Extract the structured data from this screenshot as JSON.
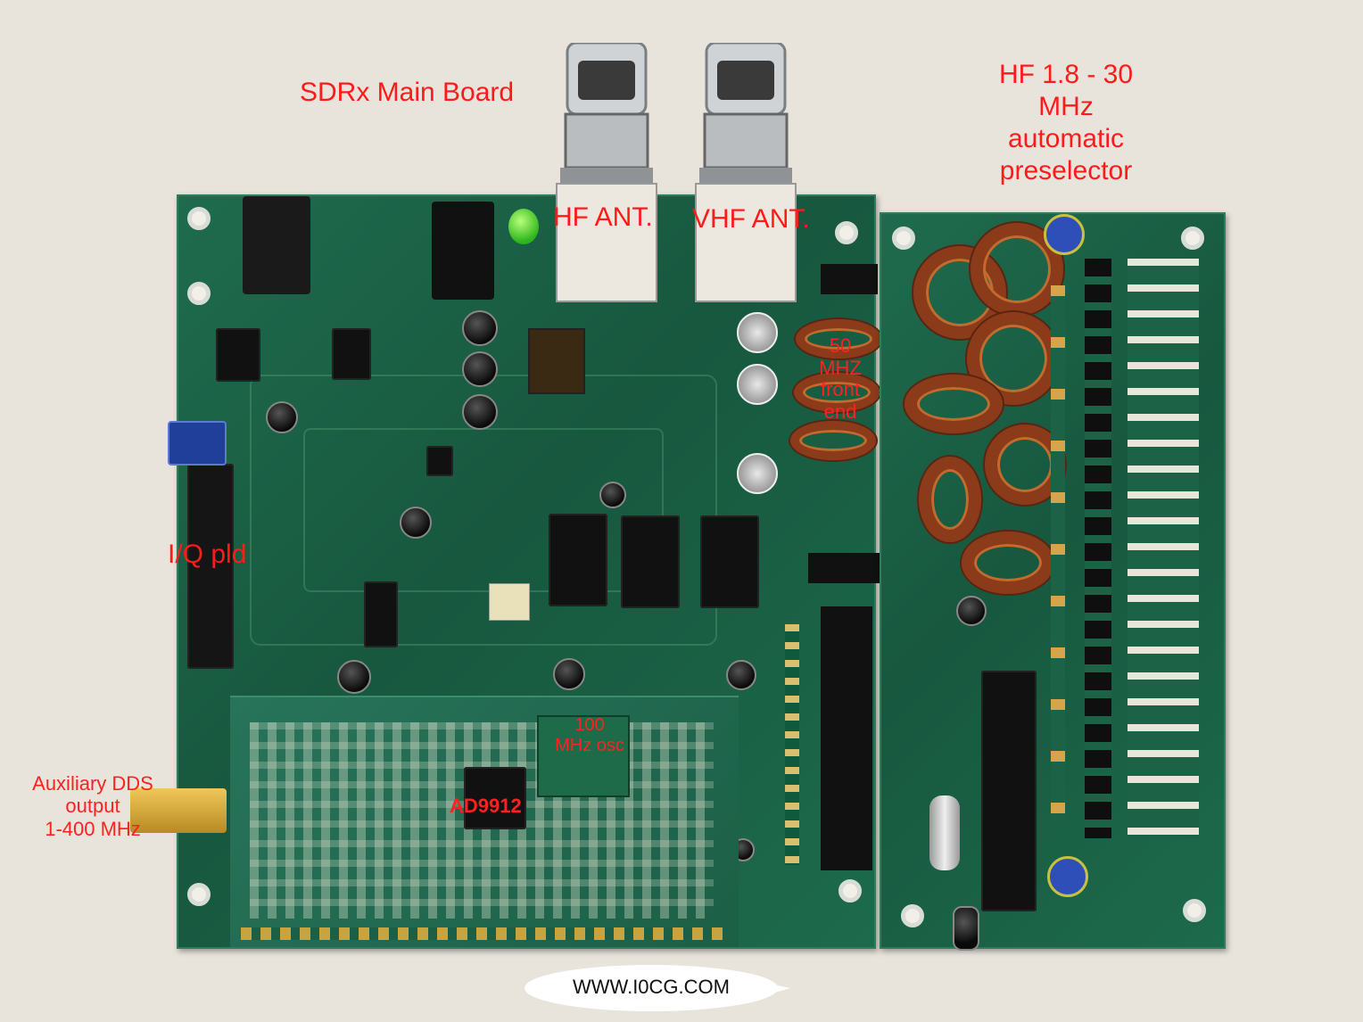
{
  "labels": {
    "main_board": "SDRx Main Board",
    "hf_ant": "HF ANT.",
    "vhf_ant": "VHF ANT.",
    "preselector": [
      "HF 1.8 - 30",
      "MHz",
      "automatic",
      "preselector"
    ],
    "front_end": [
      "50",
      "MHZ",
      "front",
      "end"
    ],
    "iq_pld": "I/Q pld",
    "aux_dds": [
      "Auxiliary DDS",
      "output",
      "1-400 MHz"
    ],
    "ad9912": "AD9912",
    "osc": [
      "100",
      "MHz osc"
    ],
    "website": "WWW.I0CG.COM"
  },
  "colors": {
    "annotation": "#ff1a1a",
    "pcb": "#1b6247",
    "background": "#e8e4dc"
  }
}
